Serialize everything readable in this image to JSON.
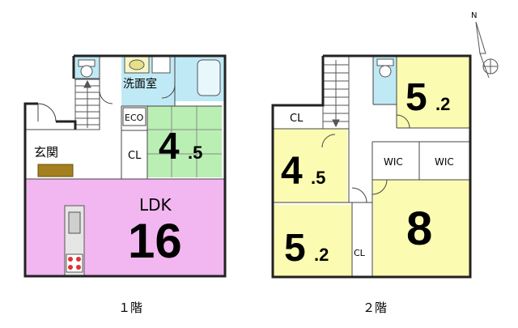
{
  "floors": [
    {
      "label": "１階",
      "rooms": {
        "ldk_name": "LDK",
        "ldk_size": "16",
        "washroom": "洗面室",
        "eco": "ECO",
        "entrance": "玄関",
        "closet": "CL",
        "japanese_room_int": "4",
        "japanese_room_dec": ".5"
      }
    },
    {
      "label": "２階",
      "rooms": {
        "room_a_int": "5",
        "room_a_dec": ".2",
        "closet_top": "CL",
        "room_b_int": "4",
        "room_b_dec": ".5",
        "wic_1": "WIC",
        "wic_2": "WIC",
        "room_c_int": "5",
        "room_c_dec": ".2",
        "closet_bottom": "CL",
        "room_d": "8"
      }
    }
  ],
  "compass": {
    "north_label": "N"
  },
  "colors": {
    "ldk": "#f2b6f0",
    "tatami": "#b9efb3",
    "bedroom": "#fbfbb2",
    "water": "#bfe9f5",
    "wood": "#a47f1f",
    "wall": "#222222"
  }
}
